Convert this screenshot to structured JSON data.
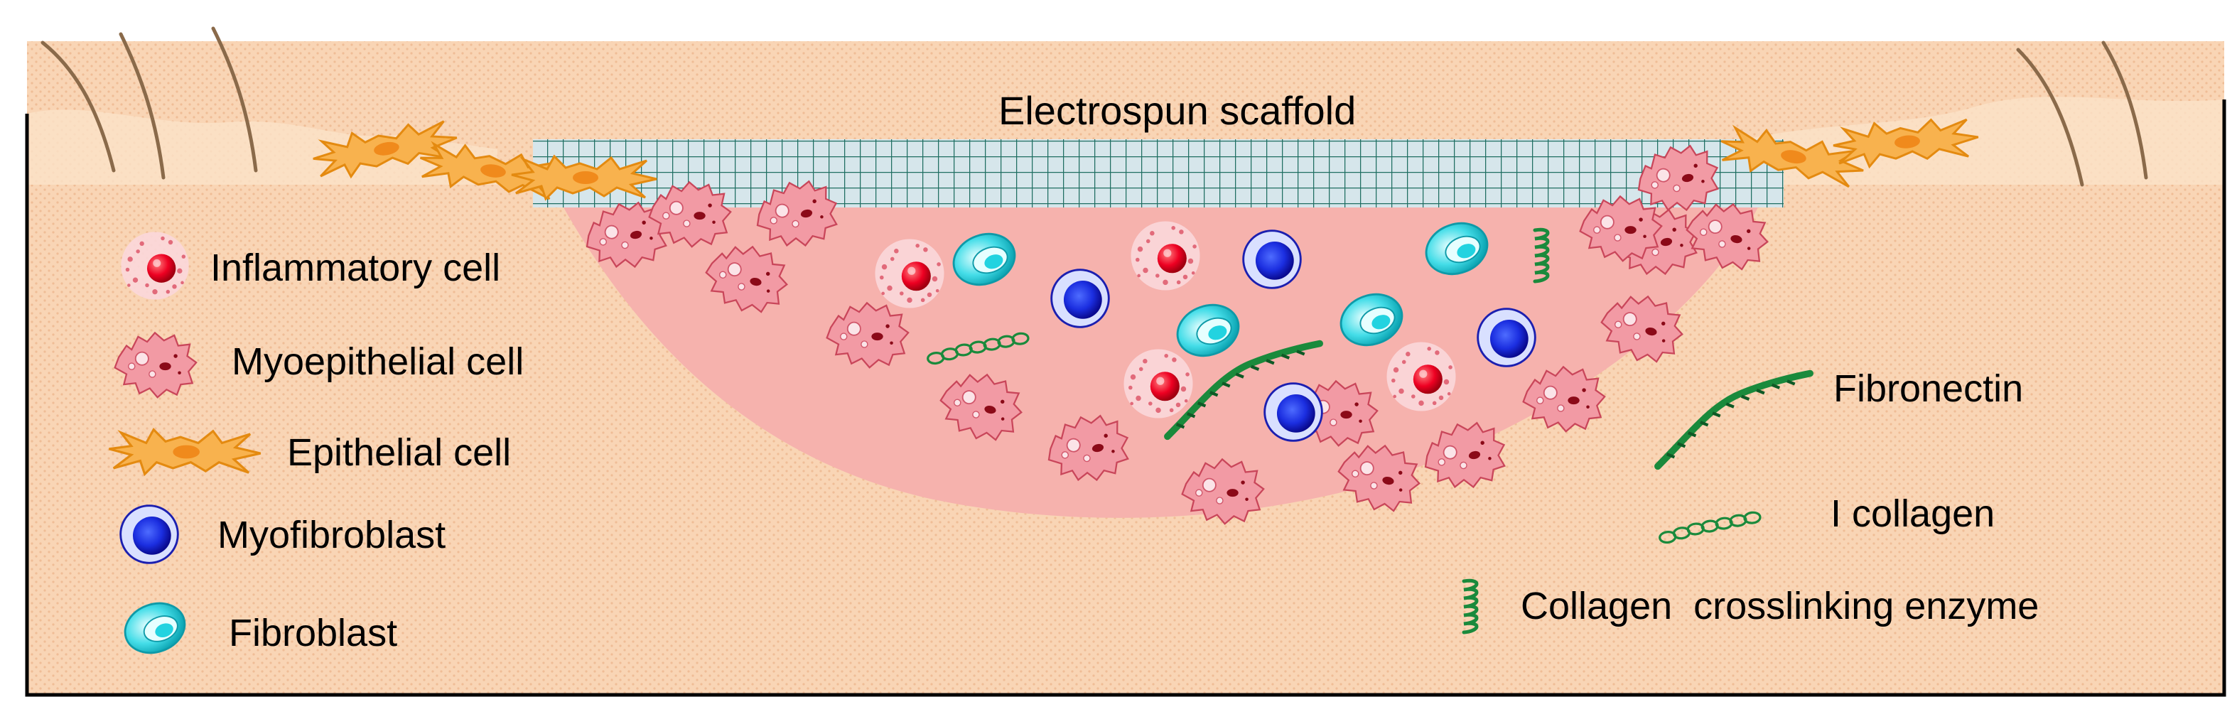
{
  "diagram": {
    "title": "Electrospun scaffold",
    "left_legend": [
      {
        "id": "inflammatory",
        "label": "Inflammatory cell",
        "icon": "inflammatory-cell-icon"
      },
      {
        "id": "myoepithelial",
        "label": "Myoepithelial cell",
        "icon": "myoepithelial-cell-icon"
      },
      {
        "id": "epithelial",
        "label": "Epithelial cell",
        "icon": "epithelial-cell-icon"
      },
      {
        "id": "myofibroblast",
        "label": "Myofibroblast",
        "icon": "myofibroblast-icon"
      },
      {
        "id": "fibroblast",
        "label": "Fibroblast",
        "icon": "fibroblast-icon"
      }
    ],
    "right_legend": [
      {
        "id": "fibronectin",
        "label": "Fibronectin",
        "icon": "fibronectin-icon"
      },
      {
        "id": "collagen",
        "label": "I collagen",
        "icon": "collagen-chain-icon"
      },
      {
        "id": "enzyme",
        "label": "Collagen  crosslinking enzyme",
        "icon": "crosslinking-enzyme-icon"
      }
    ],
    "colors": {
      "skin": "#F9D5B5",
      "skin_dots": "#E6A97C",
      "wound_bed": "#F6B2AD",
      "scaffold": "#D6E6EB",
      "scaffold_grid": "#1F6E62",
      "border": "#000000",
      "hair": "#8A6A4A",
      "nucleus_red": "#E8001E",
      "myofibroblast_fill": "#1500D6",
      "fibroblast_fill": "#22D3E0",
      "fibrous_green": "#1A8A3C",
      "epithelial_orange": "#F2A22A",
      "myoepithelial_pink": "#F28C97"
    }
  }
}
